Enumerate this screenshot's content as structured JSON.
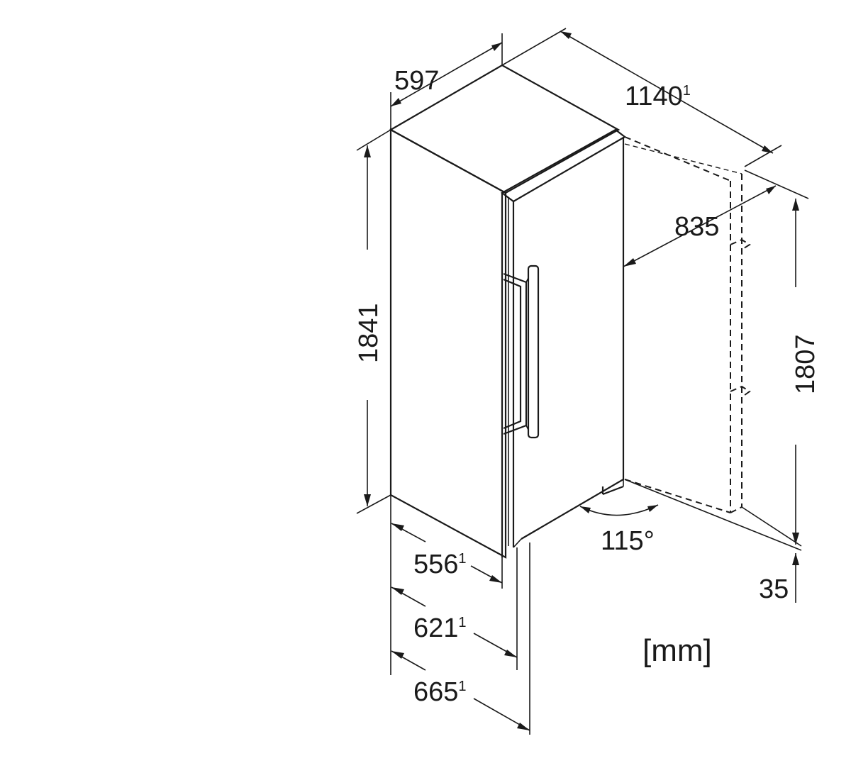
{
  "dimensions": {
    "width_top": {
      "value": "597",
      "note": ""
    },
    "open_depth": {
      "value": "1140",
      "note": "1"
    },
    "door_swing": {
      "value": "835",
      "note": ""
    },
    "height_total": {
      "value": "1841",
      "note": ""
    },
    "height_hinge": {
      "value": "1807",
      "note": ""
    },
    "depth_body": {
      "value": "556",
      "note": "1"
    },
    "depth_door": {
      "value": "621",
      "note": "1"
    },
    "depth_handle": {
      "value": "665",
      "note": "1"
    },
    "opening_angle": {
      "value": "115°",
      "note": ""
    },
    "base_offset": {
      "value": "35",
      "note": ""
    }
  },
  "unit_label": "[mm]"
}
